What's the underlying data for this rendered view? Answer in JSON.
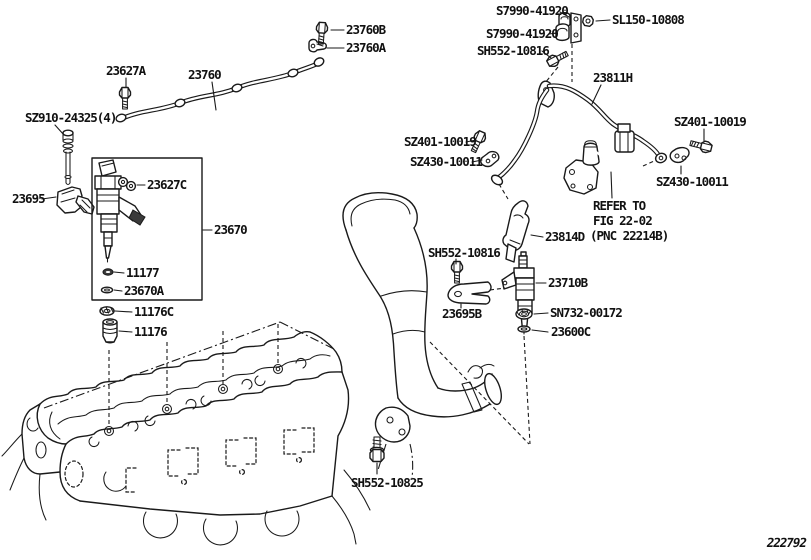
{
  "diagram": {
    "footer_code": "222792",
    "line_color": "#1a1a1a",
    "background_color": "#ffffff",
    "callouts": {
      "bolt_23760b": "23760B",
      "clamp_23760a": "23760A",
      "bolt_23627a": "23627A",
      "pipe_23760": "23760",
      "stud_sz910": "SZ910-24325(4)",
      "clamp_23695": "23695",
      "seal_23627c": "23627C",
      "injector_23670": "23670",
      "washer_11177": "11177",
      "gasket_23670a": "23670A",
      "seal_11176c": "11176C",
      "sleeve_11176": "11176",
      "clamp_s7990_upper": "S7990-41920",
      "nut_sl150": "SL150-10808",
      "clamp_s7990_lower": "S7990-41920",
      "bolt_sh552_top": "SH552-10816",
      "pipe_23811h": "23811H",
      "bolt_sz401_left": "SZ401-10019",
      "clamp_sz430_left": "SZ430-10011",
      "bolt_sz401_right": "SZ401-10019",
      "clamp_sz430_right": "SZ430-10011",
      "refer_note_line1": "REFER TO",
      "refer_note_line2": "FIG 22-02",
      "refer_note_line3": "(PNC 22214B)",
      "bracket_23814d": "23814D",
      "bolt_sh552_mid": "SH552-10816",
      "nozzle_23710b": "23710B",
      "clamp_23695b": "23695B",
      "washer_sn732": "SN732-00172",
      "gasket_23600c": "23600C",
      "bolt_sh552_bottom": "SH552-10825"
    }
  }
}
